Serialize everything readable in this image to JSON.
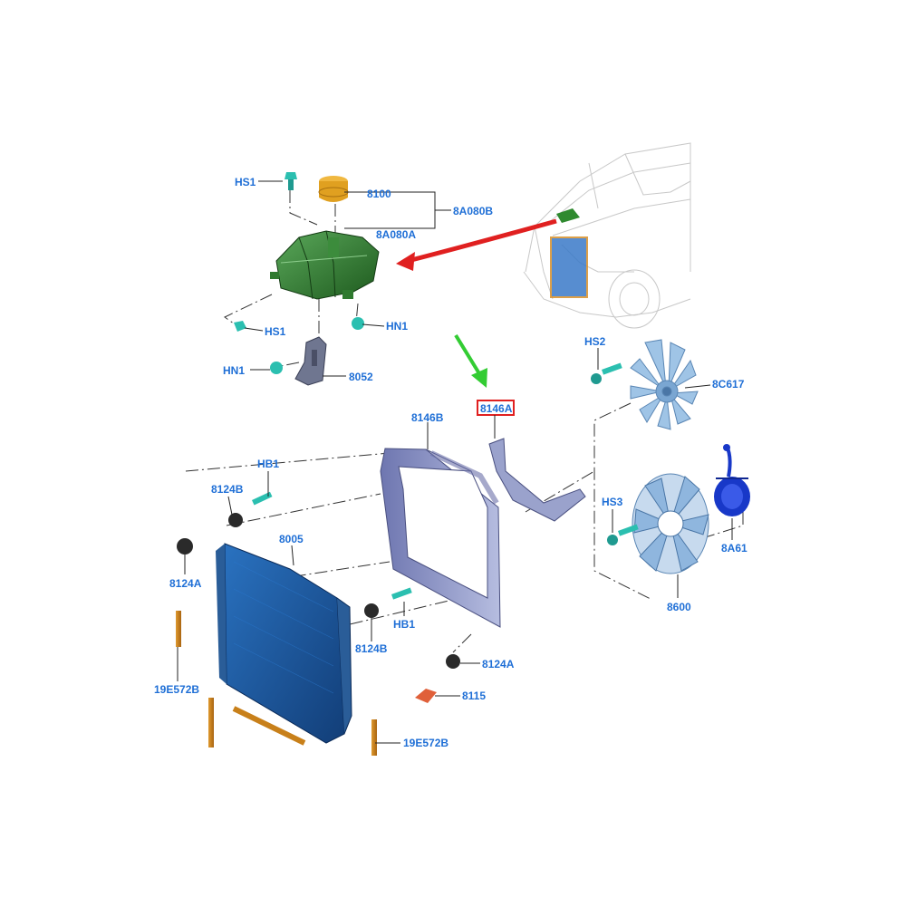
{
  "colors": {
    "label": "#1f6fd6",
    "tank": "#2f7a2f",
    "cap": "#e0a020",
    "fastener": "#2bbfb0",
    "radiator": "#1d5fa8",
    "shroud": "#8a92c4",
    "fan": "#9fc4e6",
    "clutch": "#1838c8",
    "seal": "#c8801a",
    "arrow_red": "#e02020",
    "arrow_green": "#33cc33",
    "highlight_box": "#e02020"
  },
  "labels": {
    "hs1_top": "HS1",
    "p8100": "8100",
    "p8a080b": "8A080B",
    "p8a080a": "8A080A",
    "hs1_bottom": "HS1",
    "hn1_right": "HN1",
    "hn1_left": "HN1",
    "p8052": "8052",
    "hs2": "HS2",
    "p8c617": "8C617",
    "p8146a": "8146A",
    "p8146b": "8146B",
    "hb1_top": "HB1",
    "p8124b_top": "8124B",
    "hs3": "HS3",
    "p8a61": "8A61",
    "p8124a_left": "8124A",
    "p8005": "8005",
    "p8600": "8600",
    "hb1_bottom": "HB1",
    "p8124b_bottom": "8124B",
    "p8124a_right": "8124A",
    "p19e572b_left": "19E572B",
    "p8115": "8115",
    "p19e572b_right": "19E572B"
  },
  "icons": {
    "vehicle": "vehicle-outline-icon",
    "tank": "coolant-reservoir-icon",
    "cap": "pressure-cap-icon",
    "fan": "fan-blade-icon",
    "clutch": "fan-clutch-icon",
    "radiator": "radiator-core-icon",
    "shroud": "fan-shroud-icon"
  }
}
